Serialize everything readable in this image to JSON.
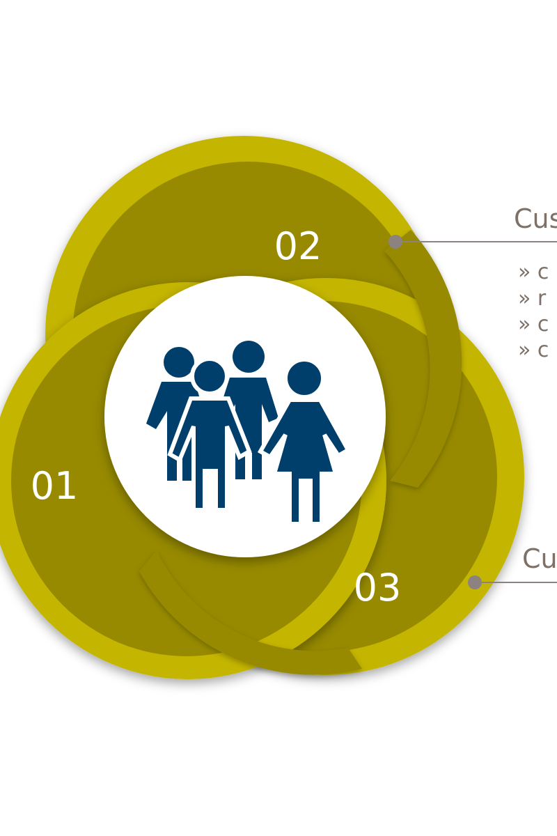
{
  "segments": [
    {
      "number": "01"
    },
    {
      "number": "02"
    },
    {
      "number": "03"
    }
  ],
  "callouts": [
    {
      "title": "Cus",
      "bullets": [
        "»  c",
        "»  r",
        "»  c",
        "»  c"
      ]
    },
    {
      "title": "Cu"
    }
  ],
  "center_icon": "group-of-people-icon",
  "colors": {
    "ring_outer": "#c4b500",
    "ring_fill": "#978a00",
    "icon": "#003e6b",
    "connector": "#8c8280",
    "text_gray": "#7d7168"
  }
}
